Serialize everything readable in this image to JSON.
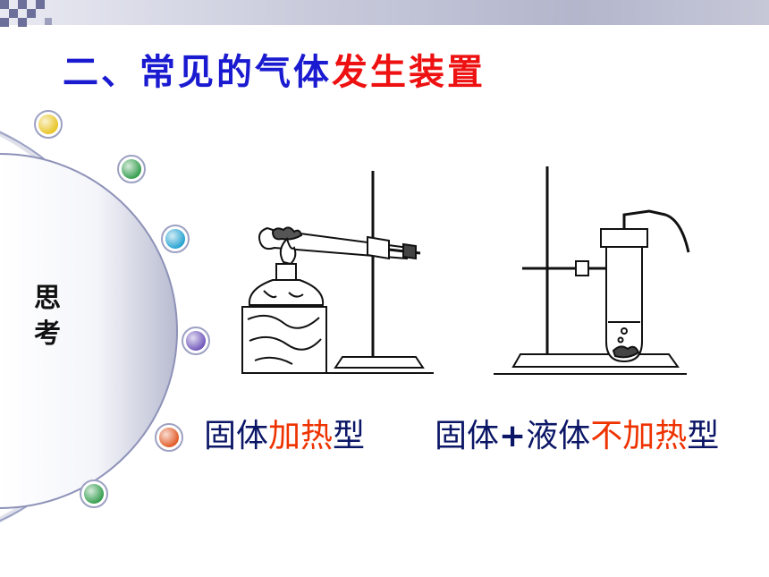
{
  "title": {
    "part1": "二、常见的气体",
    "part2": "发生装置"
  },
  "side_label": {
    "line1": "思",
    "line2": "考"
  },
  "decor_dots": [
    {
      "name": "yellow-dot",
      "color": "#e8c21a"
    },
    {
      "name": "green-dot",
      "color": "#2e9a48"
    },
    {
      "name": "cyan-dot",
      "color": "#1e9fd0"
    },
    {
      "name": "purple-dot",
      "color": "#6b52b8"
    },
    {
      "name": "orange-dot",
      "color": "#e0541e"
    },
    {
      "name": "green-dot",
      "color": "#2e9a48"
    }
  ],
  "caption_left": {
    "a": "固体",
    "b": "加热",
    "c": "型"
  },
  "caption_right": {
    "a": "固体",
    "plus": "+",
    "b": "液体",
    "c": "不加热",
    "d": "型"
  }
}
